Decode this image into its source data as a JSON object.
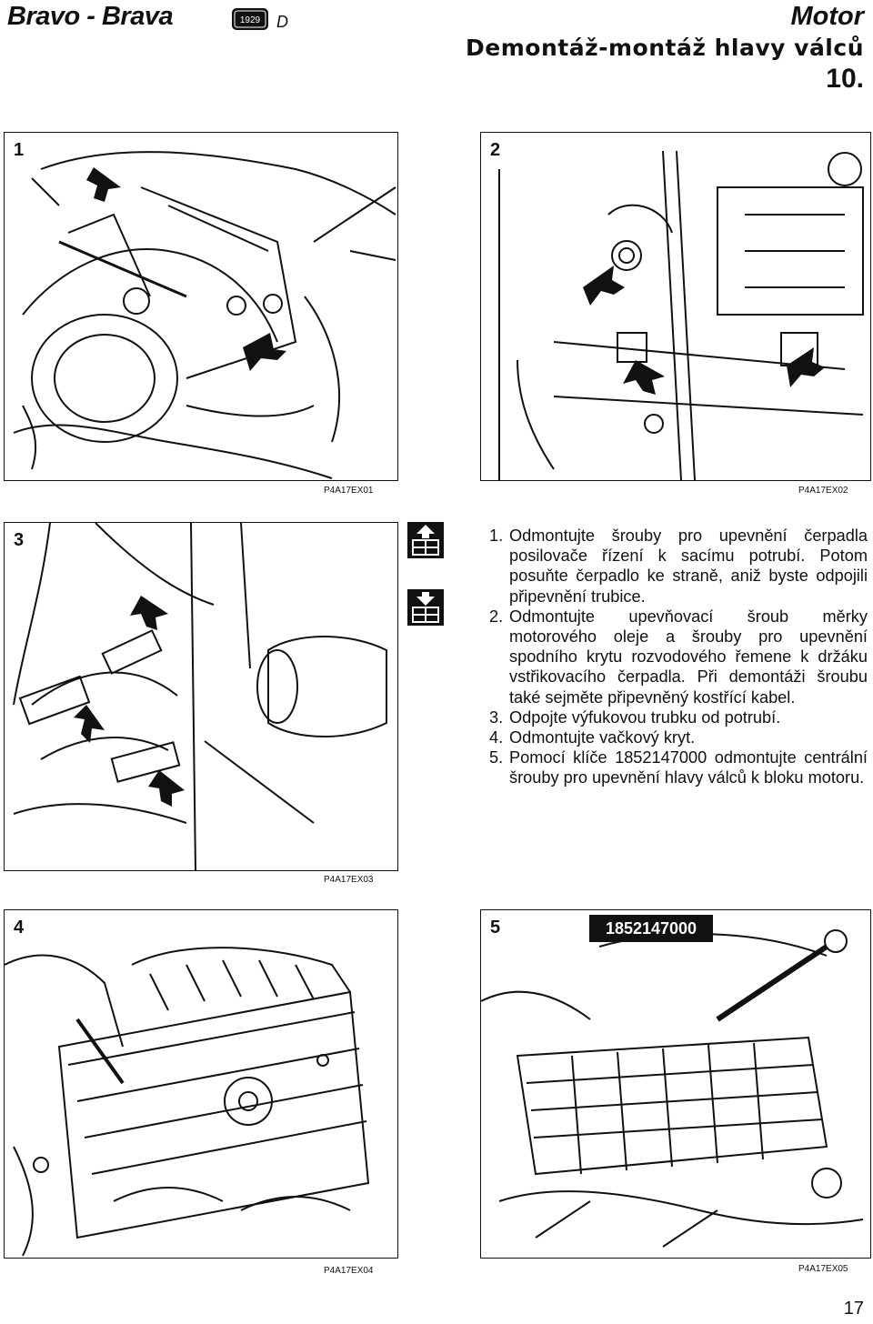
{
  "header": {
    "brand": "Bravo - Brava",
    "badge": "1929",
    "variant": "D",
    "section": "Motor",
    "subtitle": "Demontáž-montáž hlavy válců",
    "chapter": "10."
  },
  "figures": [
    {
      "number": "1",
      "code": "P4A17EX01"
    },
    {
      "number": "2",
      "code": "P4A17EX02"
    },
    {
      "number": "3",
      "code": "P4A17EX03"
    },
    {
      "number": "4",
      "code": "P4A17EX04"
    },
    {
      "number": "5",
      "code": "P4A17EX05",
      "tool_label": "1852147000"
    }
  ],
  "icons": [
    {
      "name": "engine-up-icon"
    },
    {
      "name": "engine-down-icon"
    }
  ],
  "instructions": [
    {
      "n": "1.",
      "text": "Odmontujte šrouby pro upevnění čerpadla posilovače řízení k sacímu potrubí. Potom posuňte čerpadlo ke straně, aniž byste odpojili připevnění trubice."
    },
    {
      "n": "2.",
      "text": "Odmontujte upevňovací šroub měrky motorového oleje a šrouby pro upevnění spodního krytu rozvodového řemene k držáku vstřikovacího čerpadla. Při demontáži šroubu také sejměte připevněný kostřící kabel."
    },
    {
      "n": "3.",
      "text": "Odpojte výfukovou trubku od potrubí."
    },
    {
      "n": "4.",
      "text": "Odmontujte vačkový kryt."
    },
    {
      "n": "5.",
      "text": "Pomocí klíče 1852147000 odmontujte centrální šrouby pro upevnění hlavy válců k bloku motoru."
    }
  ],
  "footer": {
    "page": "17"
  }
}
